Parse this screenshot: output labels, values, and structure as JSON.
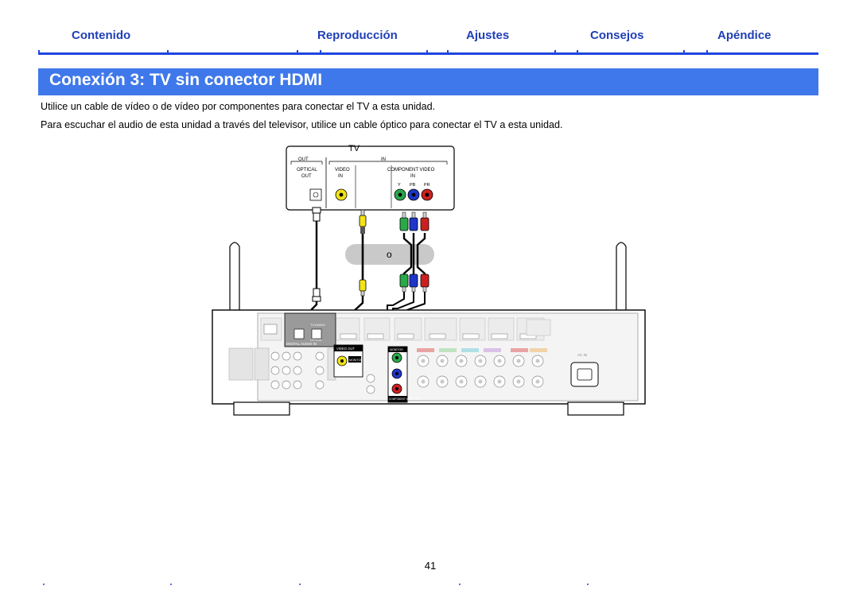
{
  "nav": {
    "contenido": "Contenido",
    "reproduccion": "Reproducción",
    "ajustes": "Ajustes",
    "consejos": "Consejos",
    "apendice": "Apéndice"
  },
  "colors": {
    "nav_text": "#1f3fb8",
    "nav_rule": "#1f46e0",
    "banner_bg": "#3f78ea",
    "banner_text": "#ffffff"
  },
  "title": "Conexión 3: TV sin conector HDMI",
  "body": {
    "p1": "Utilice un cable de vídeo o de vídeo por componentes para conectar el TV a esta unidad.",
    "p2": "Para escuchar el audio de esta unidad a través del televisor, utilice un cable óptico para conectar el TV a esta unidad."
  },
  "diagram": {
    "tv_label": "TV",
    "out_label": "OUT",
    "in_label": "IN",
    "optical_label_1": "OPTICAL",
    "optical_label_2": "OUT",
    "video_in_label_1": "VIDEO",
    "video_in_label_2": "IN",
    "component_label_1": "COMPONENT VIDEO",
    "component_label_2": "IN",
    "y_label": "Y",
    "pb_label": "PB",
    "pr_label": "PR",
    "or_label": "o",
    "video_out_label": "VIDEO OUT",
    "monitor_label": "MONITOR",
    "monitor_label_2": "MONITOR",
    "digital_audio_label": "DIGITAL AUDIO IN",
    "component_out_label": "COMPONENT VIDEO OUT",
    "tv_audio_label": "TV AUDIO",
    "optical_small_label": "OPTICAL",
    "power_label": "AC IN"
  },
  "page_number": "41"
}
